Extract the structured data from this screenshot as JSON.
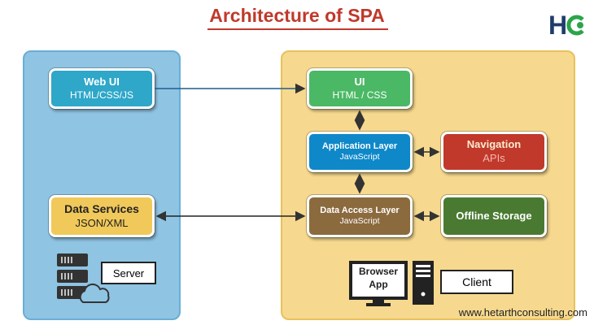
{
  "title": "Architecture of SPA",
  "logo": {
    "text": "HC"
  },
  "server_panel": {
    "web_ui": {
      "title": "Web UI",
      "subtitle": "HTML/CSS/JS"
    },
    "data_services": {
      "title": "Data Services",
      "subtitle": "JSON/XML"
    },
    "server_label": "Server"
  },
  "client_panel": {
    "ui": {
      "title": "UI",
      "subtitle": "HTML / CSS"
    },
    "application_layer": {
      "title": "Application Layer",
      "subtitle": "JavaScript"
    },
    "navigation": {
      "title": "Navigation",
      "subtitle": "APIs"
    },
    "data_access_layer": {
      "title": "Data Access Layer",
      "subtitle": "JavaScript"
    },
    "offline_storage": {
      "title": "Offline Storage"
    },
    "browser_app": {
      "line1": "Browser",
      "line2": "App"
    },
    "client_label": "Client"
  },
  "website": "www.hetarthconsulting.com",
  "colors": {
    "title": "#c0392b",
    "server_panel": "#8fc4e3",
    "client_panel": "#f6d98e",
    "web_ui": "#2ea7c9",
    "ui": "#4ab865",
    "application_layer": "#0e88c8",
    "navigation": "#c0392b",
    "data_access_layer": "#8b6a3e",
    "offline_storage": "#4a7a32",
    "data_services": "#f1c95a"
  }
}
